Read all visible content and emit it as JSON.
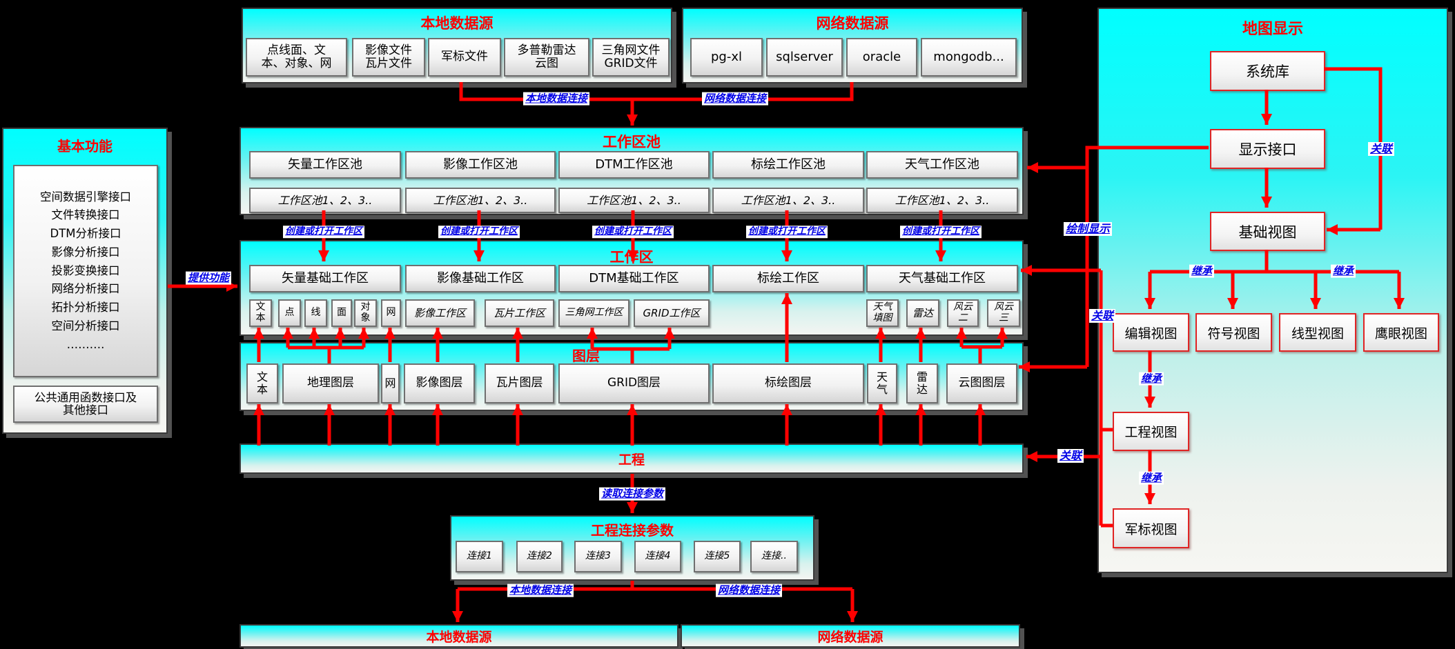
{
  "colors": {
    "accent_red": "#ff0000",
    "label_blue": "#0000e6",
    "panel_cyan": "#00ffff",
    "background": "#000000"
  },
  "top_left": {
    "title": "本地数据源",
    "items": [
      "点线面、文\n本、对象、网",
      "影像文件\n瓦片文件",
      "军标文件",
      "多普勒雷达\n云图",
      "三角网文件\nGRID文件"
    ]
  },
  "top_right": {
    "title": "网络数据源",
    "items": [
      "pg-xl",
      "sqlserver",
      "oracle",
      "mongodb..."
    ]
  },
  "basic": {
    "title": "基本功能",
    "items": [
      "空间数据引擎接口",
      "文件转换接口",
      "DTM分析接口",
      "影像分析接口",
      "投影变换接口",
      "网络分析接口",
      "拓扑分析接口",
      "空间分析接口",
      "………."
    ],
    "footer": "公共通用函数接口及\n其他接口"
  },
  "pool": {
    "title": "工作区池",
    "columns": [
      {
        "name": "矢量工作区池",
        "sub": "工作区池1、2、3.."
      },
      {
        "name": "影像工作区池",
        "sub": "工作区池1、2、3.."
      },
      {
        "name": "DTM工作区池",
        "sub": "工作区池1、2、3.."
      },
      {
        "name": "标绘工作区池",
        "sub": "工作区池1、2、3.."
      },
      {
        "name": "天气工作区池",
        "sub": "工作区池1、2、3.."
      }
    ]
  },
  "workspace": {
    "title": "工作区",
    "columns": [
      "矢量基础工作区",
      "影像基础工作区",
      "DTM基础工作区",
      "标绘工作区",
      "天气基础工作区"
    ],
    "subs": [
      "文\n本",
      "点",
      "线",
      "面",
      "对\n象",
      "网",
      "影像工作区",
      "瓦片工作区",
      "三角网工作区",
      "GRID工作区",
      "天气\n填图",
      "雷达",
      "风云\n二",
      "风云\n三"
    ]
  },
  "layers": {
    "title": "图层",
    "items": [
      "文\n本",
      "地理图层",
      "网",
      "影像图层",
      "瓦片图层",
      "GRID图层",
      "标绘图层",
      "天\n气",
      "雷\n达",
      "云图图层"
    ]
  },
  "project": {
    "title": "工程"
  },
  "conn": {
    "title": "工程连接参数",
    "items": [
      "连接1",
      "连接2",
      "连接3",
      "连接4",
      "连接5",
      "连接.."
    ]
  },
  "bottom_left": {
    "title": "本地数据源"
  },
  "bottom_right": {
    "title": "网络数据源"
  },
  "map": {
    "title": "地图显示",
    "nodes": {
      "system_lib": "系统库",
      "display_iface": "显示接口",
      "base_view": "基础视图",
      "edit_view": "编辑视图",
      "symbol_view": "符号视图",
      "line_view": "线型视图",
      "eagle_view": "鹰眼视图",
      "project_view": "工程视图",
      "military_view": "军标视图"
    }
  },
  "edge_labels": {
    "local_conn": "本地数据连接",
    "net_conn": "网络数据连接",
    "create_open": "创建或打开工作区",
    "provide": "提供功能",
    "draw": "绘制显示",
    "assoc": "关联",
    "inherit": "继承",
    "read_params": "读取连接参数"
  }
}
